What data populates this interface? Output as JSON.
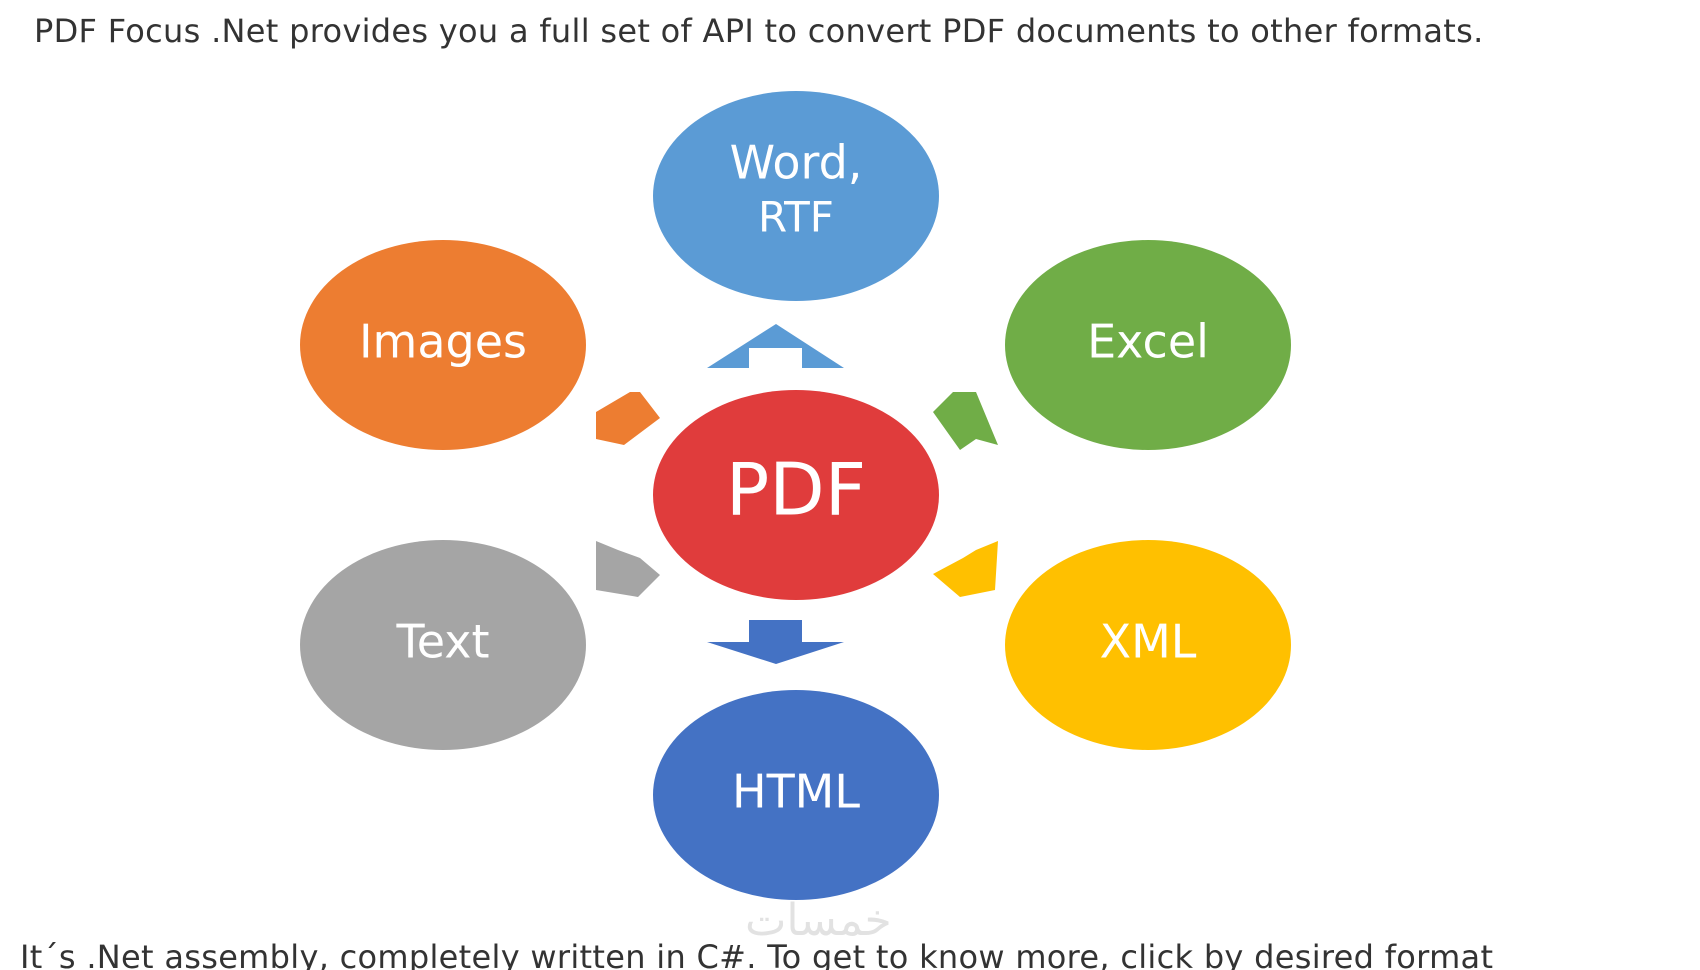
{
  "intro_text": "PDF Focus .Net provides you a full set of API to convert PDF documents to other formats.",
  "footer_text": "It´s .Net assembly, completely written in C#. To get to know more, click by desired format",
  "watermark_text": "خمسات",
  "center_node": {
    "label": "PDF",
    "color": "#e03c3c"
  },
  "nodes": [
    {
      "id": "word",
      "lines": [
        "Word,",
        "RTF"
      ],
      "color": "#5b9bd5"
    },
    {
      "id": "excel",
      "lines": [
        "Excel"
      ],
      "color": "#70ad47"
    },
    {
      "id": "xml",
      "lines": [
        "XML"
      ],
      "color": "#ffc000"
    },
    {
      "id": "html",
      "lines": [
        "HTML"
      ],
      "color": "#4472c4"
    },
    {
      "id": "text",
      "lines": [
        "Text"
      ],
      "color": "#a5a5a5"
    },
    {
      "id": "images",
      "lines": [
        "Images"
      ],
      "color": "#ed7d31"
    }
  ]
}
